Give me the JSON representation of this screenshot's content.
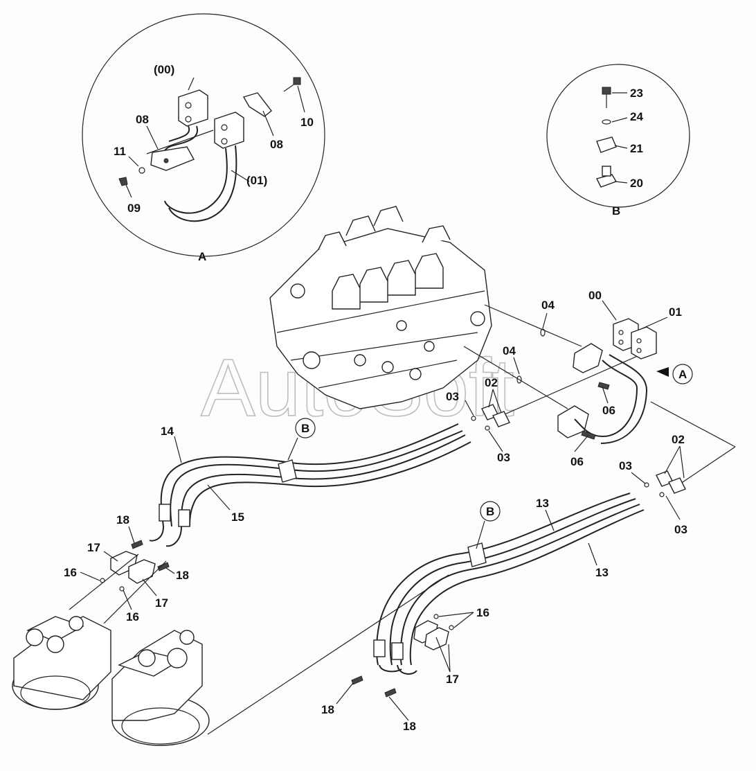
{
  "watermark": "AutoSoft",
  "detail_a": {
    "caption": "A",
    "labels": [
      "(00)",
      "08",
      "11",
      "09",
      "10",
      "08",
      "(01)"
    ]
  },
  "detail_b": {
    "caption": "B",
    "labels": [
      "23",
      "24",
      "21",
      "20"
    ]
  },
  "main_labels": [
    "04",
    "00",
    "01",
    "04",
    "02",
    "03",
    "06",
    "03",
    "06",
    "02",
    "03",
    "03",
    "14",
    "15",
    "13",
    "13",
    "18",
    "17",
    "18",
    "16",
    "17",
    "16",
    "16",
    "17",
    "18",
    "18"
  ],
  "callouts": [
    "A",
    "B",
    "B"
  ]
}
